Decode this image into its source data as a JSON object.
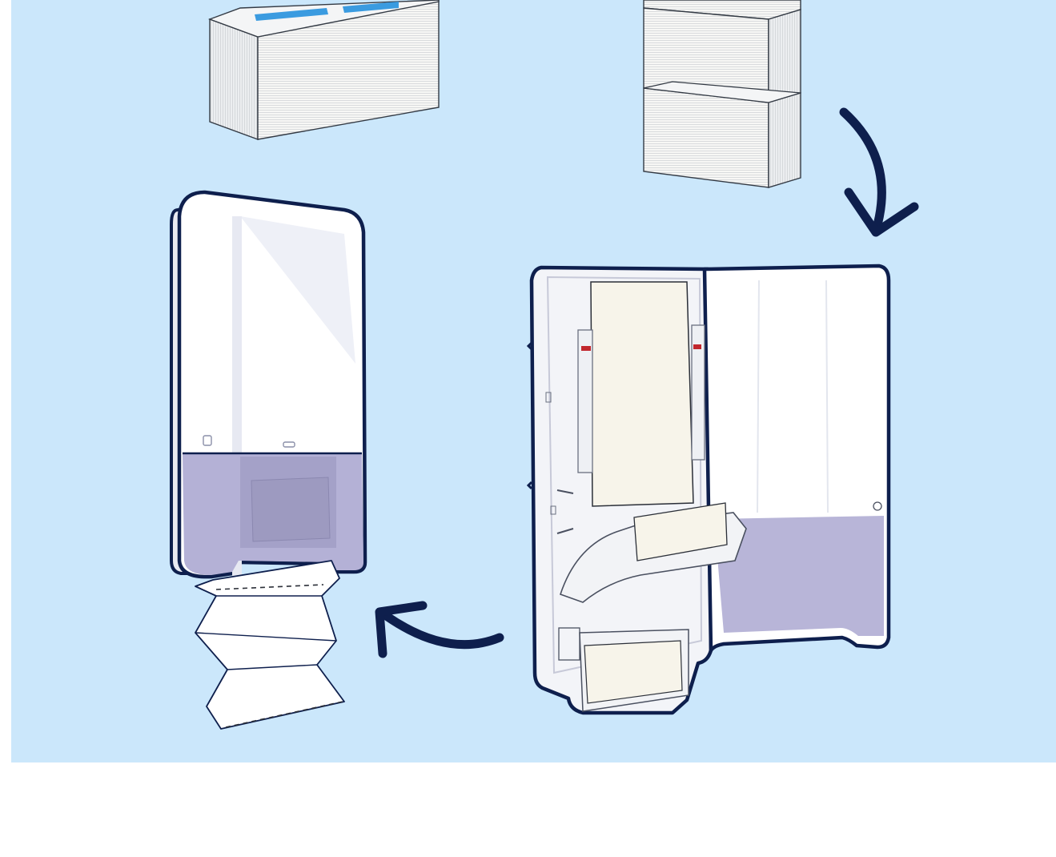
{
  "colors": {
    "background": "#cbe7fb",
    "outline": "#0e1f4d",
    "accent_blue": "#3a9be0",
    "paper": "#f7f7f5",
    "dispenser_body": "#ffffff",
    "dispenser_window": "#a9a7cc",
    "page": "#ffffff"
  },
  "illustration": {
    "panel": {
      "name": "illustration-panel"
    },
    "items": [
      {
        "name": "paper-towel-pack",
        "icon": "towel-pack-icon"
      },
      {
        "name": "stacked-towel-packs",
        "icon": "towel-stack-icon"
      },
      {
        "name": "arrow-down-to-open-dispenser",
        "icon": "curved-arrow-down-icon"
      },
      {
        "name": "open-dispenser",
        "icon": "open-dispenser-icon"
      },
      {
        "name": "arrow-left-to-closed-dispenser",
        "icon": "curved-arrow-left-icon"
      },
      {
        "name": "closed-dispenser",
        "icon": "closed-dispenser-icon"
      },
      {
        "name": "dispensed-towel",
        "icon": "folded-towel-icon"
      }
    ]
  }
}
